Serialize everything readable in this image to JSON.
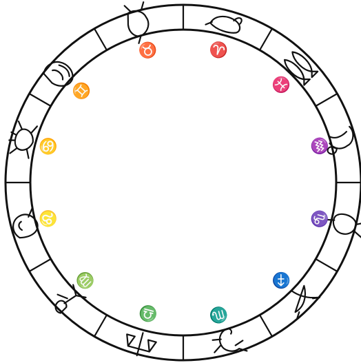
{
  "colors": {
    "ink": "#111111",
    "paper": "#ffffff"
  },
  "zodiac": [
    {
      "sign": "aries",
      "glyph": "♈",
      "figure": "ram"
    },
    {
      "sign": "taurus",
      "glyph": "♉",
      "figure": "bull"
    },
    {
      "sign": "gemini",
      "glyph": "♊",
      "figure": "twins"
    },
    {
      "sign": "cancer",
      "glyph": "♋",
      "figure": "crab"
    },
    {
      "sign": "leo",
      "glyph": "♌",
      "figure": "lion"
    },
    {
      "sign": "virgo",
      "glyph": "♍",
      "figure": "maiden"
    },
    {
      "sign": "libra",
      "glyph": "♎",
      "figure": "scales"
    },
    {
      "sign": "scorpio",
      "glyph": "♏",
      "figure": "scorpion"
    },
    {
      "sign": "sagittarius",
      "glyph": "♐",
      "figure": "archer"
    },
    {
      "sign": "capricorn",
      "glyph": "♑",
      "figure": "goat"
    },
    {
      "sign": "aquarius",
      "glyph": "♒",
      "figure": "water-bearer"
    },
    {
      "sign": "pisces",
      "glyph": "♓",
      "figure": "fishes"
    }
  ]
}
